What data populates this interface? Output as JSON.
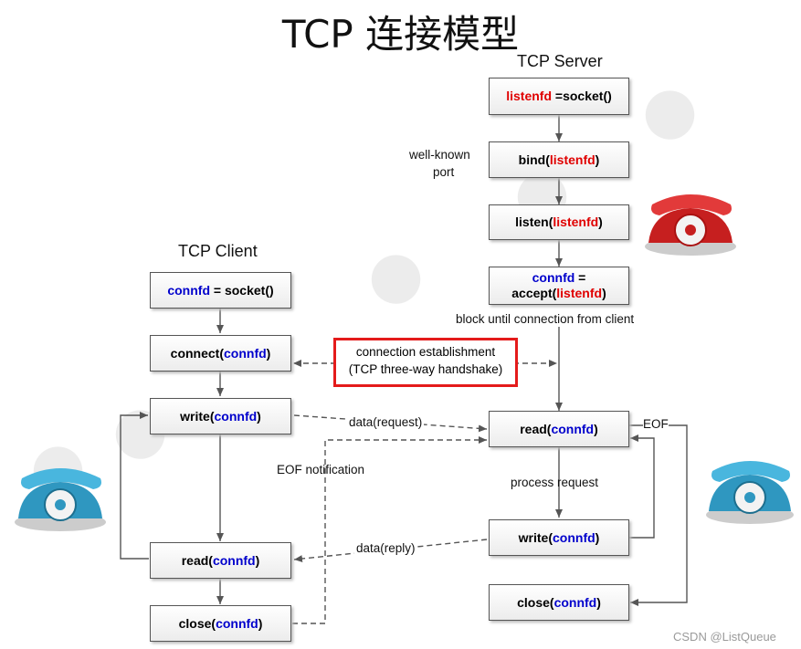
{
  "title": "TCP 连接模型",
  "server": {
    "heading": "TCP Server",
    "socket": {
      "var": "listenfd",
      "rest": " =socket()"
    },
    "bind": {
      "fn": "bind(",
      "var": "listenfd",
      "end": ")"
    },
    "bind_note_1": "well-known",
    "bind_note_2": "port",
    "listen": {
      "fn": "listen(",
      "var": "listenfd",
      "end": ")"
    },
    "accept": {
      "var": "connfd",
      "eq": " =",
      "fn": "accept(",
      "var2": "listenfd",
      "end": ")"
    },
    "block_note": "block until connection from client",
    "read": {
      "fn": "read(",
      "var": "connfd",
      "end": ")"
    },
    "process_note": "process request",
    "write": {
      "fn": "write(",
      "var": "connfd",
      "end": ")"
    },
    "close": {
      "fn": "close(",
      "var": "connfd",
      "end": ")"
    },
    "eof_note": "EOF"
  },
  "client": {
    "heading": "TCP Client",
    "socket": {
      "var": "connfd",
      "rest": " = socket()"
    },
    "connect": {
      "fn": "connect(",
      "var": "connfd",
      "end": ")"
    },
    "write": {
      "fn": "write(",
      "var": "connfd",
      "end": ")"
    },
    "read": {
      "fn": "read(",
      "var": "connfd",
      "end": ")"
    },
    "close": {
      "fn": "close(",
      "var": "connfd",
      "end": ")"
    }
  },
  "flows": {
    "handshake_1": "connection establishment",
    "handshake_2": "(TCP three-way handshake)",
    "request": "data(request)",
    "reply": "data(reply)",
    "eof_notification": "EOF notification"
  },
  "watermark": "CSDN @ListQueue",
  "colors": {
    "var_red": "#e00000",
    "var_blue": "#0000cc",
    "highlight": "#e41b1b",
    "phone_red": "#d42525",
    "phone_blue": "#38a8cf"
  }
}
